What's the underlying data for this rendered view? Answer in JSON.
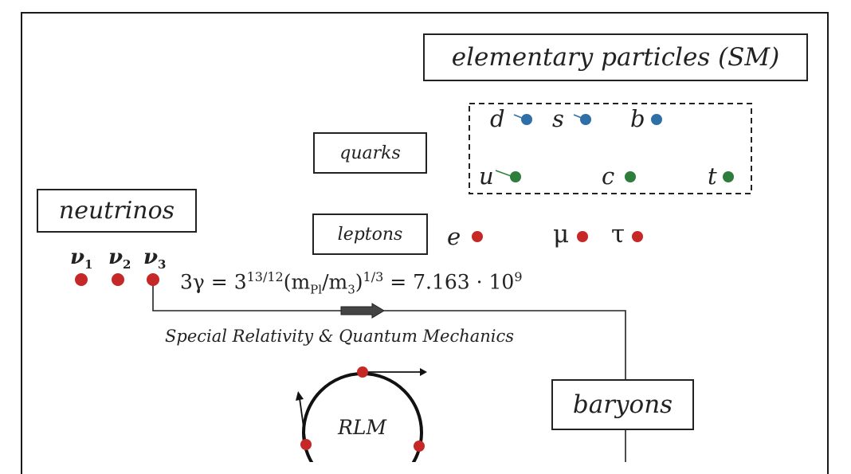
{
  "title": "elementary particles (SM)",
  "labels": {
    "quarks": "quarks",
    "leptons": "leptons",
    "neutrinos": "neutrinos",
    "baryons": "baryons",
    "rlm": "RLM",
    "relativity": "Special Relativity & Quantum Mechanics"
  },
  "quarks": {
    "top_row": [
      "d",
      "s",
      "b"
    ],
    "bottom_row": [
      "u",
      "c",
      "t"
    ]
  },
  "leptons": [
    "e",
    "μ",
    "τ"
  ],
  "neutrinos": [
    {
      "base": "ν",
      "sub": "1"
    },
    {
      "base": "ν",
      "sub": "2"
    },
    {
      "base": "ν",
      "sub": "3"
    }
  ],
  "equation": {
    "lhs": "3γ = 3",
    "exp1": "13/12",
    "mid1": "(m",
    "sub1": "Pl",
    "mid2": "/m",
    "sub2": "3",
    "mid3": ")",
    "exp2": "1/3",
    "mid4": " = 7.163 · 10",
    "exp3": "9"
  },
  "colors": {
    "quark_top": "#2f6fa8",
    "quark_bottom": "#2e7d3a",
    "lepton": "#c62828",
    "neutrino": "#c62828",
    "line": "#222222",
    "arrow": "#444444"
  }
}
